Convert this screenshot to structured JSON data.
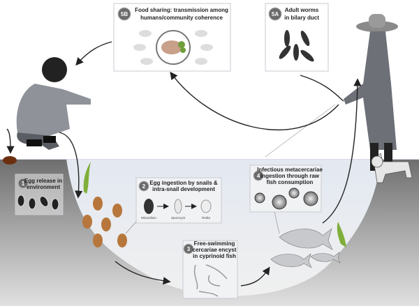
{
  "title": "Liver fluke life cycle",
  "steps": {
    "s1": {
      "badge": "1",
      "line1": "Egg release in",
      "line2": "environment"
    },
    "s2": {
      "badge": "2",
      "line1": "Egg ingestion by snails &",
      "line2": "intra-snail development",
      "stages": [
        "Miracidium",
        "Sporocyst",
        "Redia"
      ]
    },
    "s3": {
      "badge": "3",
      "line1": "Free-swimming",
      "line2": "cercariae encyst",
      "line3": "in cyprinoid fish"
    },
    "s4": {
      "badge": "4",
      "line1": "Infectious metacercariae",
      "line2": "ingestion through raw",
      "line3": "fish consumption"
    },
    "s5a": {
      "badge": "5A",
      "line1": "Adult worms",
      "line2": "in bilary duct"
    },
    "s5b": {
      "badge": "5B",
      "line1": "Food sharing: transmission among",
      "line2": "humans/community coherence"
    }
  },
  "colors": {
    "water": "#e9ecf2",
    "ground": "#8c8c8c",
    "snail": "#b7773c",
    "grass": "#7fae3a"
  }
}
